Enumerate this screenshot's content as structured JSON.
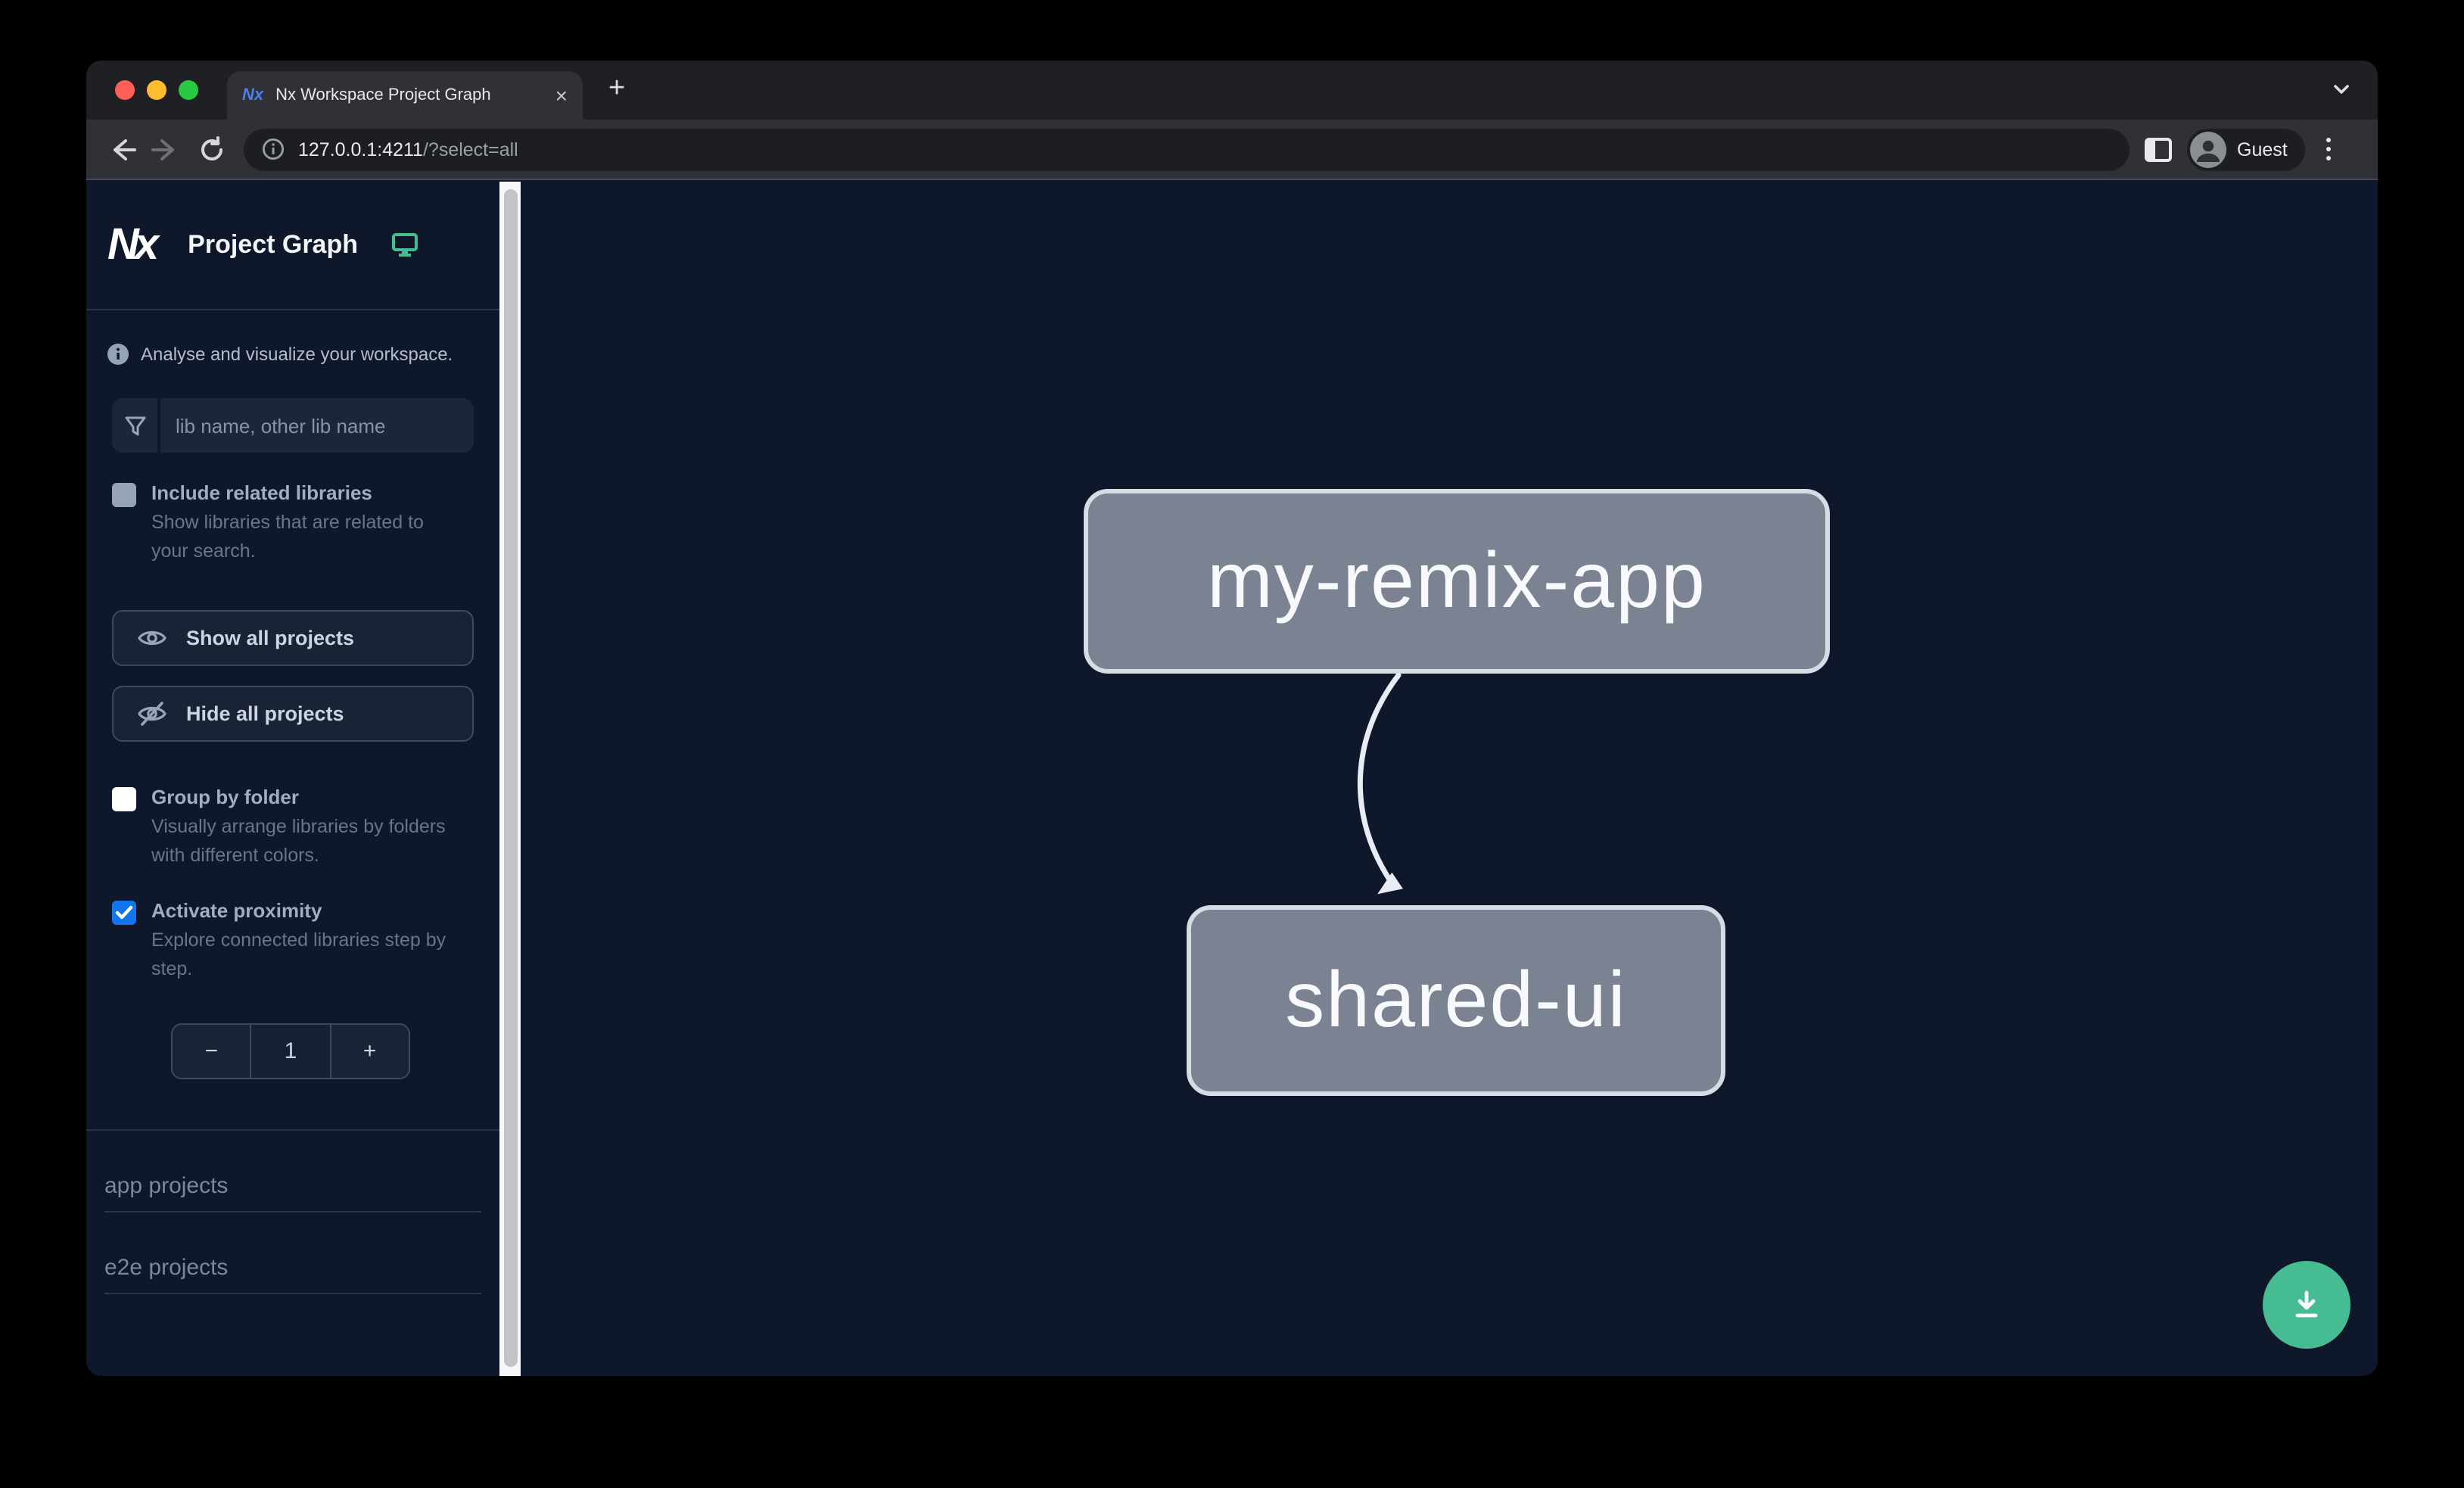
{
  "browser": {
    "tab": {
      "title": "Nx Workspace Project Graph",
      "favicon_text": "Nx",
      "close_label": "×",
      "new_tab_label": "+"
    },
    "address": {
      "url_host": "127.0.0.1:4211",
      "url_path": "/?select=all",
      "profile_label": "Guest"
    }
  },
  "sidebar": {
    "logo_text": "Nx",
    "app_title": "Project Graph",
    "tagline": "Analyse and visualize your workspace.",
    "filter": {
      "placeholder": "lib name, other lib name"
    },
    "checkboxes": [
      {
        "label": "Include related libraries",
        "description": "Show libraries that are related to your search.",
        "checked": false
      },
      {
        "label": "Group by folder",
        "description": "Visually arrange libraries by folders with different colors.",
        "checked": false
      },
      {
        "label": "Activate proximity",
        "description": "Explore connected libraries step by step.",
        "checked": true
      }
    ],
    "buttons": [
      {
        "label": "Show all projects"
      },
      {
        "label": "Hide all projects"
      }
    ],
    "stepper": {
      "decrement": "−",
      "value": "1",
      "increment": "+"
    },
    "sections": [
      {
        "label": "app projects"
      },
      {
        "label": "e2e projects"
      }
    ]
  },
  "graph": {
    "nodes": [
      {
        "id": "my-remix-app",
        "label": "my-remix-app"
      },
      {
        "id": "shared-ui",
        "label": "shared-ui"
      }
    ],
    "edges": [
      {
        "from": "my-remix-app",
        "to": "shared-ui"
      }
    ]
  },
  "colors": {
    "accent_green": "#45bc92",
    "checkbox_blue": "#0f76f0",
    "node_fill": "#7b8292",
    "node_border": "#d7dbe4",
    "canvas_bg": "#0f172a"
  }
}
